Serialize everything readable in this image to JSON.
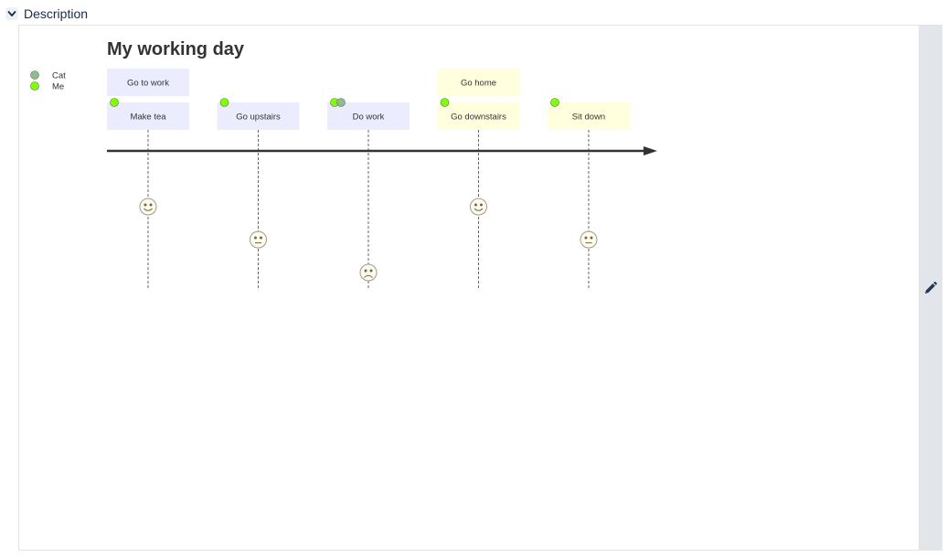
{
  "section": {
    "label": "Description",
    "expand_icon": "chevron-down-icon"
  },
  "editor": {
    "edit_icon": "pencil-icon"
  },
  "diagram": {
    "type": "user-journey",
    "title": "My working day",
    "actors": [
      {
        "name": "Cat",
        "color": "#8fbc8f"
      },
      {
        "name": "Me",
        "color": "#7fff00"
      }
    ],
    "sections": [
      {
        "name": "Go to work",
        "color": "#ececff",
        "tasks": [
          {
            "name": "Make tea",
            "score": 5,
            "actors": [
              "Me"
            ]
          },
          {
            "name": "Go upstairs",
            "score": 3,
            "actors": [
              "Me"
            ]
          },
          {
            "name": "Do work",
            "score": 1,
            "actors": [
              "Me",
              "Cat"
            ]
          }
        ]
      },
      {
        "name": "Go home",
        "color": "#ffffde",
        "tasks": [
          {
            "name": "Go downstairs",
            "score": 5,
            "actors": [
              "Me"
            ]
          },
          {
            "name": "Sit down",
            "score": 3,
            "actors": [
              "Me"
            ]
          }
        ]
      }
    ]
  }
}
